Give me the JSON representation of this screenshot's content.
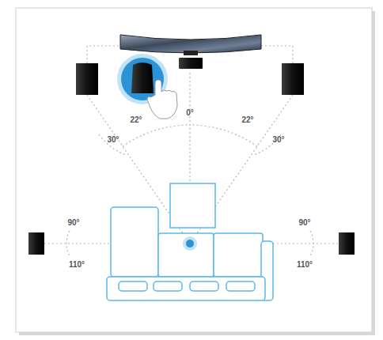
{
  "diagram": {
    "labels": [
      "0°",
      "22°",
      "22°",
      "30°",
      "30°",
      "90°",
      "90°",
      "110°",
      "110°"
    ]
  }
}
